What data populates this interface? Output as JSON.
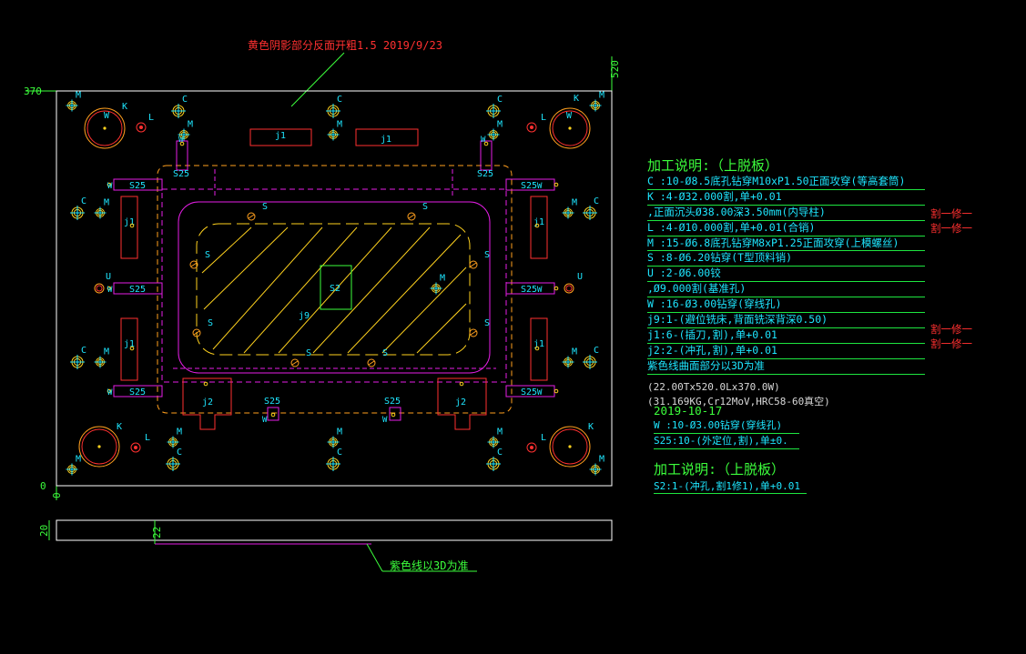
{
  "drawing": {
    "top_note": "黄色阴影部分反面开粗1.5  2019/9/23",
    "bottom_note": "紫色线以3D为准",
    "dim_370": "370",
    "dim_520": "520",
    "dim_0_left": "0",
    "dim_0_bottom": "0",
    "dim_20": "20",
    "dim_22": "22",
    "label_j1": "j1",
    "label_j2": "j2",
    "label_j9": "j9",
    "label_S2": "S2",
    "label_S25": "S25",
    "label_S": "S",
    "label_C": "C",
    "label_K": "K",
    "label_L": "L",
    "label_M": "M",
    "label_W": "W",
    "label_U": "U"
  },
  "notes": {
    "title": "加工说明:（上脱板）",
    "lines": [
      "C  :10-Ø8.5底孔钻穿M10xP1.50正面攻穿(等高套筒)",
      "K  :4-Ø32.000割,单+0.01",
      "   ,正面沉头Ø38.00深3.50mm(内导柱)",
      "L  :4-Ø10.000割,单+0.01(合销)",
      "M  :15-Ø6.8底孔钻穿M8xP1.25正面攻穿(上模螺丝)",
      "S  :8-Ø6.20钻穿(T型顶料销)",
      "U  :2-Ø6.00铰",
      "   ,Ø9.000割(基准孔)",
      "W  :16-Ø3.00钻穿(穿线孔)",
      "j9:1-(避位铣床,背面铣深背深0.50)",
      "j1:6-(插刀,割),单+0.01",
      "j2:2-(冲孔,割),单+0.01",
      "紫色线曲面部分以3D为准"
    ],
    "plain": [
      "(22.00Tx520.0Lx370.0W)",
      "(31.169KG,Cr12MoV,HRC58-60真空)"
    ],
    "red_marks": [
      "割一修一",
      "割一修一",
      "割一修一",
      "割一修一"
    ],
    "date": "2019-10-17",
    "section2": [
      "W  :10-Ø3.00钻穿(穿线孔)",
      "S25:10-(外定位,割),单±0."
    ],
    "title2": "加工说明:（上脱板）",
    "section3": [
      "S2:1-(冲孔,割1修1),单+0.01"
    ]
  },
  "colors": {
    "outline": "#ffffff",
    "yellow": "#ffd21e",
    "orange": "#ff9f1e",
    "magenta": "#e61ee6",
    "red": "#ff3030",
    "cyan": "#1ee6ff",
    "green": "#3cff3c"
  }
}
